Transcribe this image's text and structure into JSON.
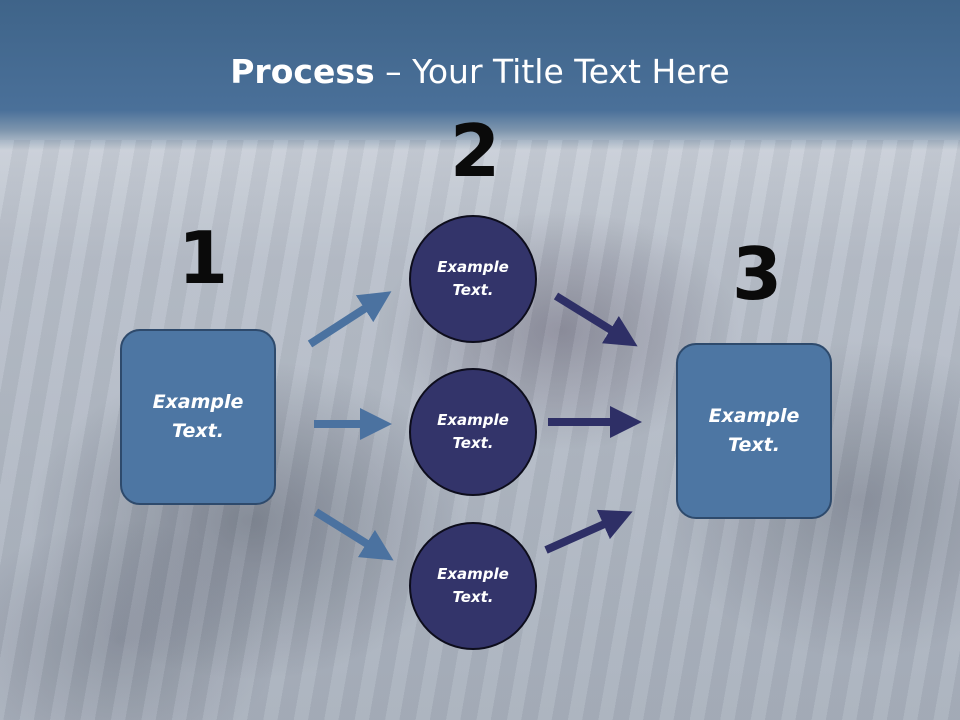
{
  "slide": {
    "title_bold": "Process",
    "title_rest": " – Your Title Text Here"
  },
  "steps": {
    "one": "1",
    "two": "2",
    "three": "3"
  },
  "left_box": {
    "line1": "Example",
    "line2": "Text."
  },
  "right_box": {
    "line1": "Example",
    "line2": "Text."
  },
  "circles": [
    {
      "line1": "Example",
      "line2": "Text."
    },
    {
      "line1": "Example",
      "line2": "Text."
    },
    {
      "line1": "Example",
      "line2": "Text."
    }
  ],
  "colors": {
    "box_fill": "#4d76a3",
    "circle_fill": "#33346a",
    "arrow_left": "#4b72a0",
    "arrow_right": "#2e2f66"
  }
}
